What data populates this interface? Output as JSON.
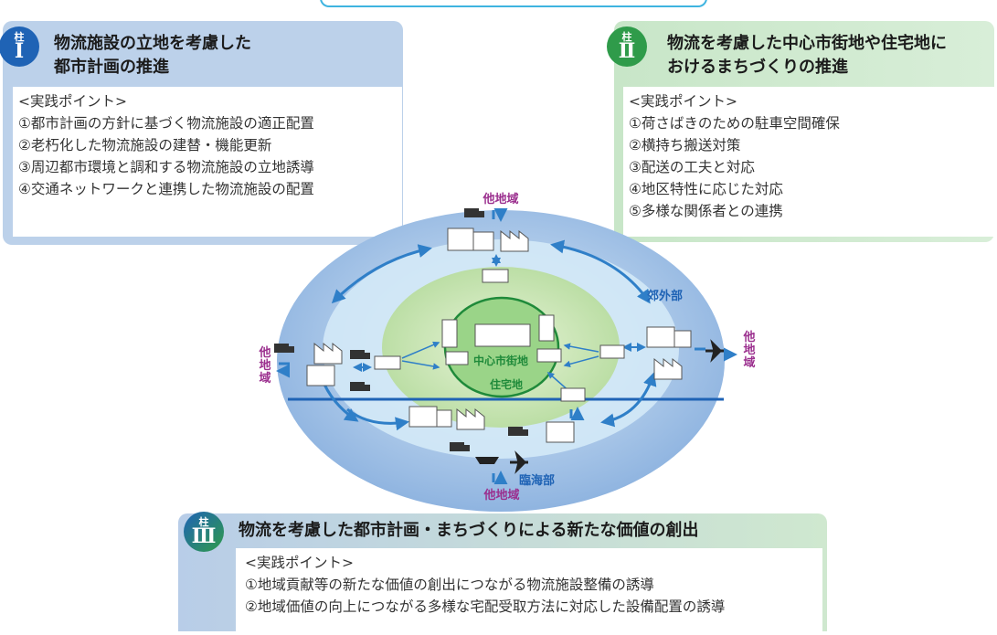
{
  "pillar_kanji": "柱",
  "pillar1": {
    "numeral": "Ⅰ",
    "title_line1": "物流施設の立地を考慮した",
    "title_line2": "都市計画の推進",
    "heading": "<実践ポイント>",
    "points": [
      "①都市計画の方針に基づく物流施設の適正配置",
      "②老朽化した物流施設の建替・機能更新",
      "③周辺都市環境と調和する物流施設の立地誘導",
      "④交通ネットワークと連携した物流施設の配置"
    ]
  },
  "pillar2": {
    "numeral": "Ⅱ",
    "title_line1": "物流を考慮した中心市街地や住宅地に",
    "title_line2": "おけるまちづくりの推進",
    "heading": "<実践ポイント>",
    "points": [
      "①荷さばきのための駐車空間確保",
      "②横持ち搬送対策",
      "③配送の工夫と対応",
      "④地区特性に応じた対応",
      "⑤多様な関係者との連携"
    ]
  },
  "pillar3": {
    "numeral": "Ⅲ",
    "title": "物流を考慮した都市計画・まちづくりによる新たな価値の創出",
    "heading": "<実践ポイント>",
    "points": [
      "①地域貢献等の新たな価値の創出につながる物流施設整備の誘導",
      "②地域価値の向上につながる多様な宅配受取方法に対応した設備配置の誘導"
    ]
  },
  "diagram": {
    "other_region_top": "他地域",
    "other_region_left": "他\n地\n域",
    "other_region_right": "他\n地\n域",
    "other_region_bottom": "他地域",
    "suburb": "郊外部",
    "city_center": "中心市街地",
    "residential": "住宅地",
    "coastal": "臨海部",
    "colors": {
      "outer_ring": "#9ebfe6",
      "middle_ring": "#cfe6f5",
      "inner_ring": "#bfe0ad",
      "core": "#8fd17e",
      "arrow": "#2f7fc8",
      "region_text": "#9b2f8e"
    }
  }
}
